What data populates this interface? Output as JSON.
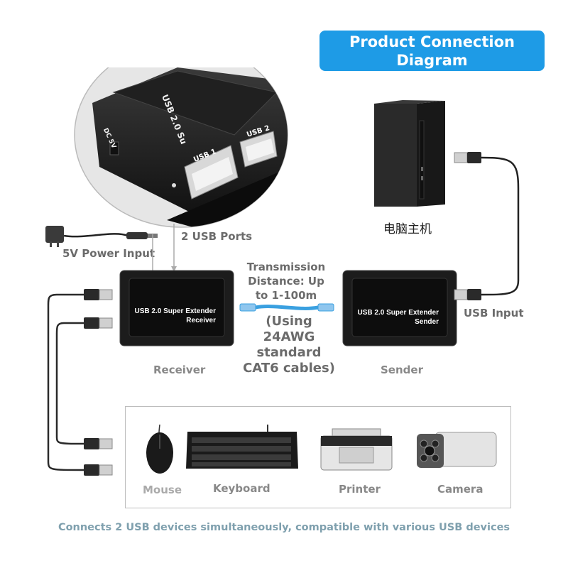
{
  "title": "Product Connection Diagram",
  "labels": {
    "usb_ports": "2 USB Ports",
    "power_input": "5V Power Input",
    "transmission": "Transmission Distance: Up to 1-100m",
    "cable_note": "(Using 24AWG standard CAT6 cables)",
    "usb_input": "USB Input",
    "pc": "电脑主机",
    "receiver": "Receiver",
    "sender": "Sender"
  },
  "receiver_box": {
    "line1": "USB 2.0 Super Extender",
    "line2": "Receiver"
  },
  "sender_box": {
    "line1": "USB 2.0 Super Extender",
    "line2": "Sender"
  },
  "zoom_detail": {
    "top_text": "USB 2.0 Su",
    "port1": "USB 1",
    "port2": "USB 2",
    "dc": "DC 5V"
  },
  "devices": [
    "Mouse",
    "Keyboard",
    "Printer",
    "Camera"
  ],
  "footer": "Connects 2 USB devices simultaneously, compatible with various USB devices",
  "colors": {
    "title_bg": "#1e9be6",
    "label_gray": "#6b6b6b",
    "footer": "#7fa0ae",
    "cable_blue": "#3aa0e0"
  }
}
